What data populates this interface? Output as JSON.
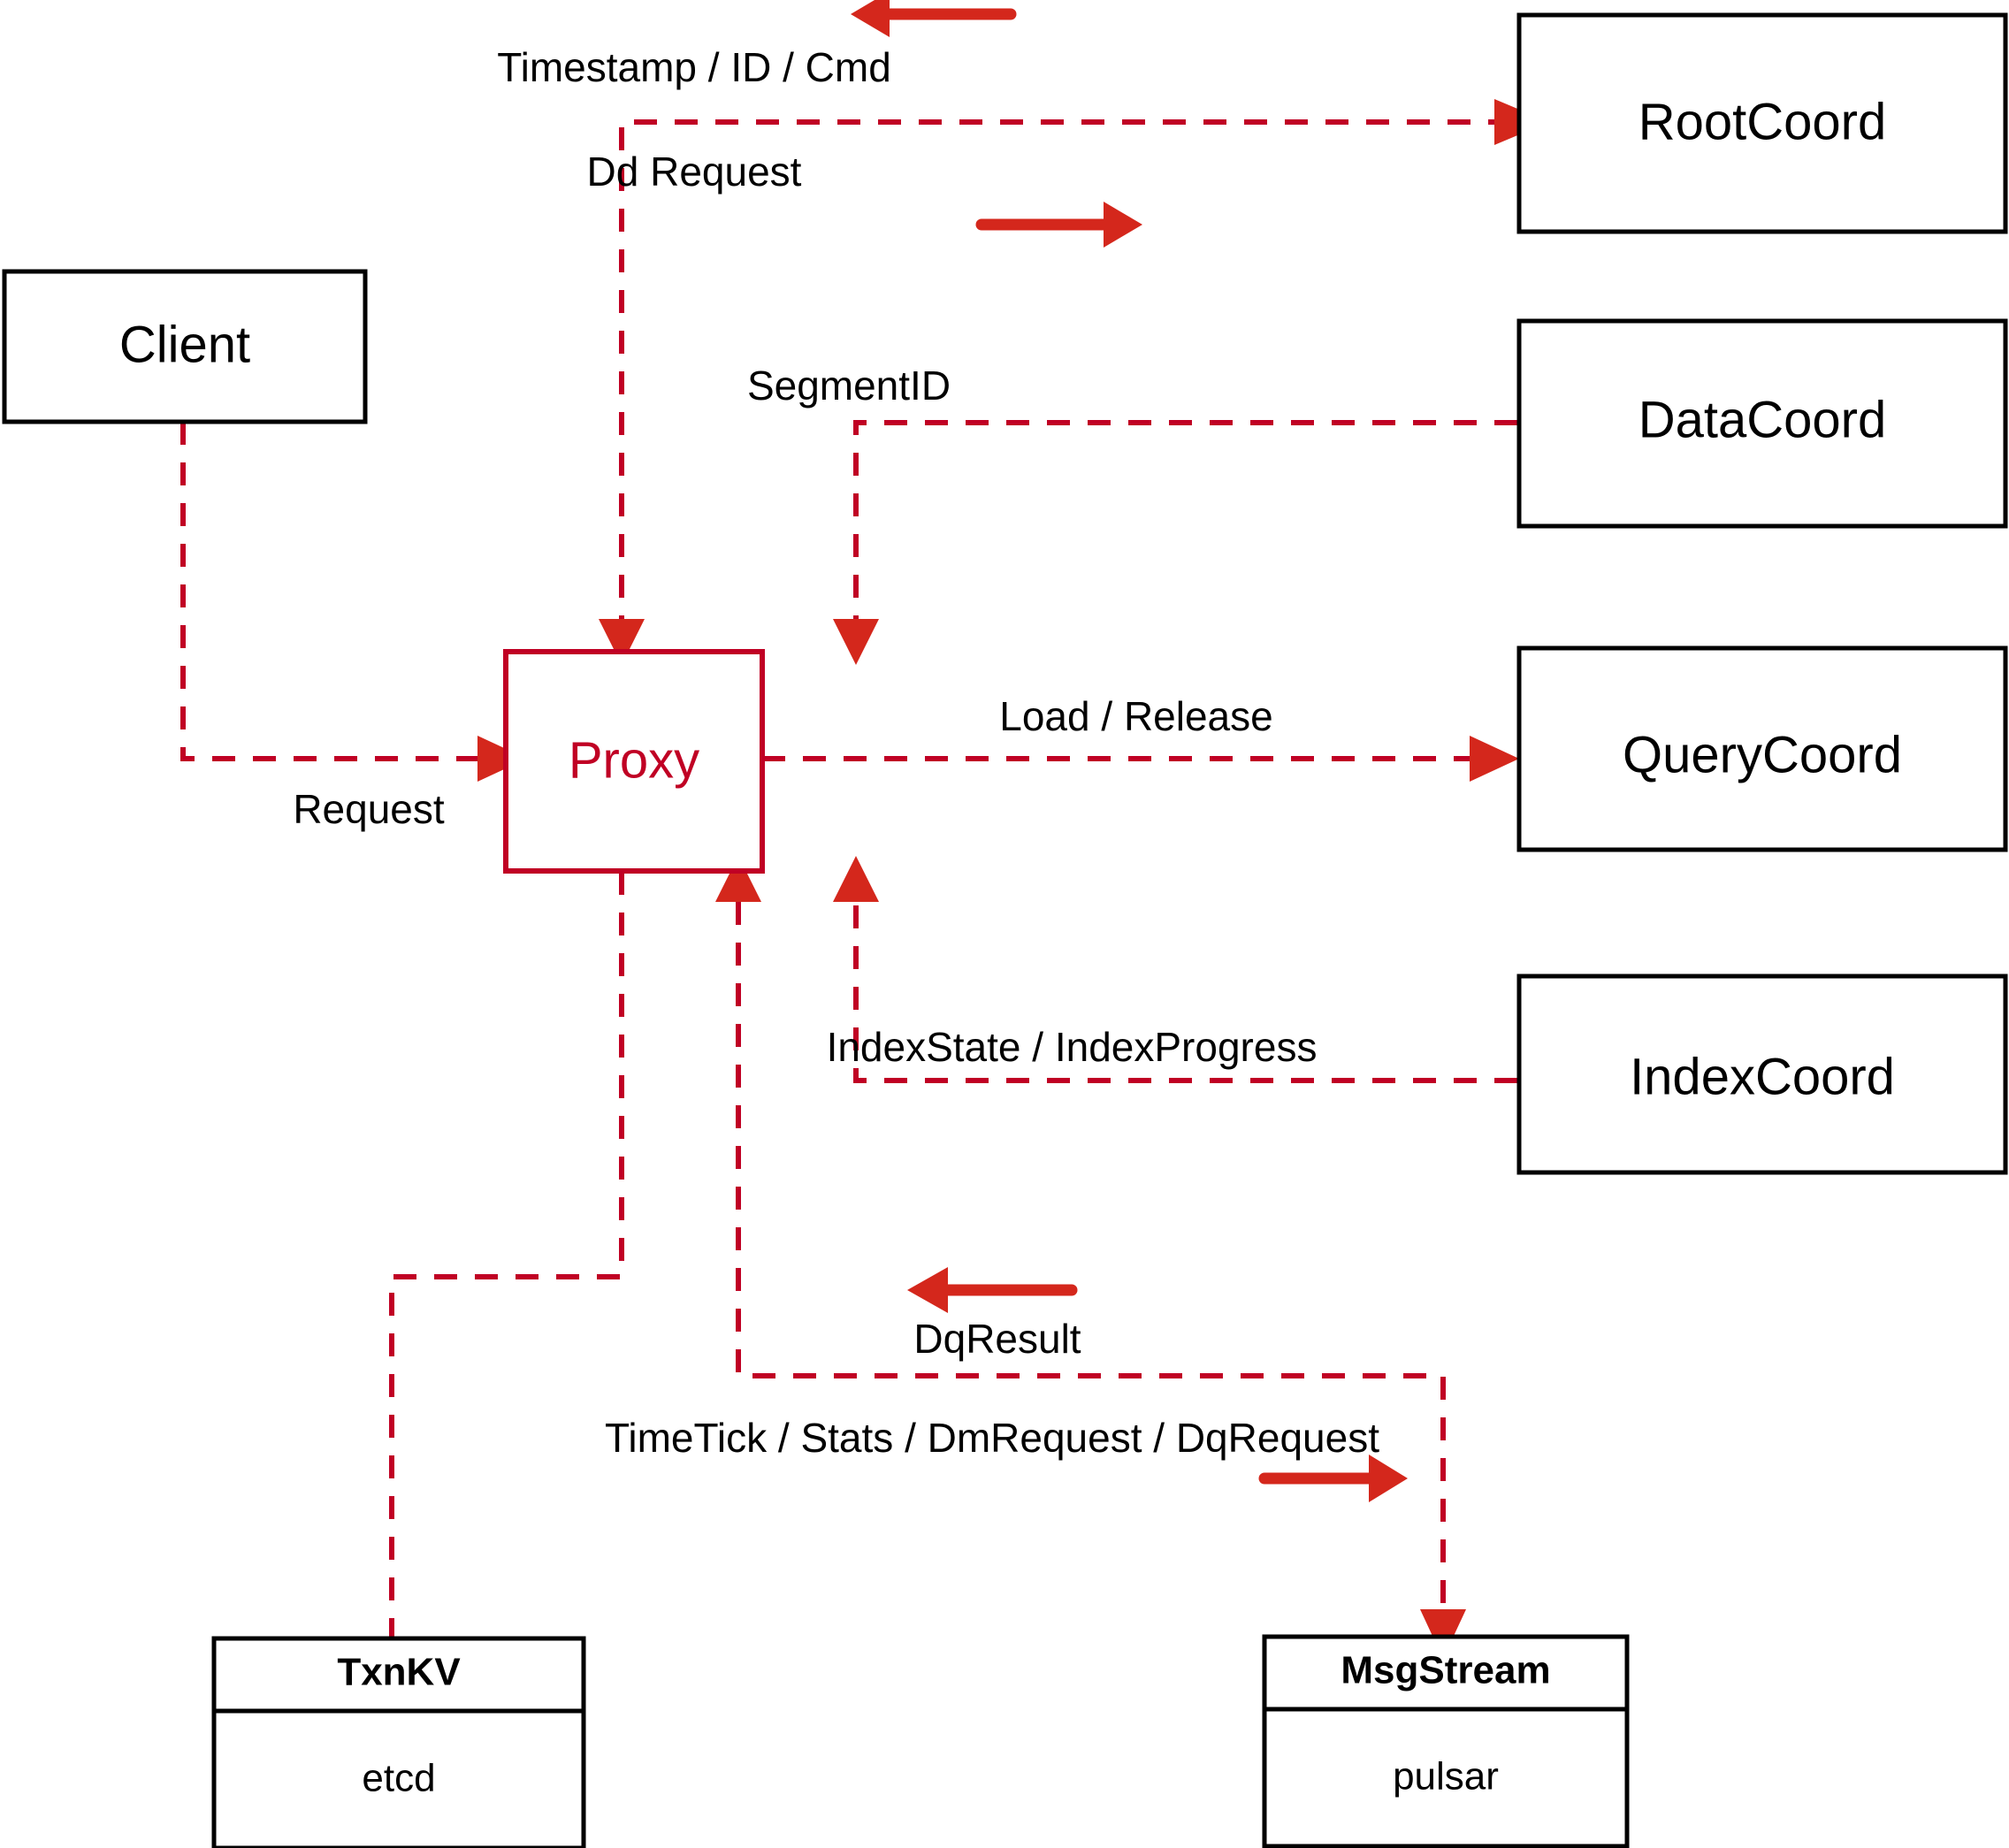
{
  "diagram": {
    "title": "Milvus Proxy interaction diagram",
    "colors": {
      "accent_red": "#c00024",
      "arrow_red": "#d4271c",
      "node_stroke": "#000000",
      "background": "#ffffff"
    },
    "nodes": {
      "client": {
        "label": "Client"
      },
      "proxy": {
        "label": "Proxy"
      },
      "root_coord": {
        "label": "RootCoord"
      },
      "data_coord": {
        "label": "DataCoord"
      },
      "query_coord": {
        "label": "QueryCoord"
      },
      "index_coord": {
        "label": "IndexCoord"
      },
      "txn_kv": {
        "title": "TxnKV",
        "impl": "etcd"
      },
      "msg_stream": {
        "title": "MsgStream",
        "impl": "pulsar"
      }
    },
    "edges": [
      {
        "id": "timestamp-id-cmd",
        "label": "Timestamp / ID / Cmd",
        "direction": "right-to-left",
        "from": "RootCoord",
        "to": "Proxy"
      },
      {
        "id": "dd-request",
        "label": "Dd Request",
        "direction": "left-to-right",
        "from": "Proxy",
        "to": "RootCoord"
      },
      {
        "id": "segment-id",
        "label": "SegmentID",
        "direction": "right-to-left",
        "from": "DataCoord",
        "to": "Proxy"
      },
      {
        "id": "load-release",
        "label": "Load / Release",
        "direction": "left-to-right",
        "from": "Proxy",
        "to": "QueryCoord"
      },
      {
        "id": "index-state-progress",
        "label": "IndexState / IndexProgress",
        "direction": "right-to-left",
        "from": "IndexCoord",
        "to": "Proxy"
      },
      {
        "id": "request",
        "label": "Request",
        "direction": "left-to-right",
        "from": "Client",
        "to": "Proxy"
      },
      {
        "id": "dq-result",
        "label": "DqResult",
        "direction": "right-to-left",
        "from": "MsgStream",
        "to": "Proxy"
      },
      {
        "id": "timetick-stats-dmrequest-dqrequest",
        "label": "TimeTick / Stats / DmRequest / DqRequest",
        "direction": "left-to-right",
        "from": "Proxy",
        "to": "MsgStream"
      }
    ]
  }
}
